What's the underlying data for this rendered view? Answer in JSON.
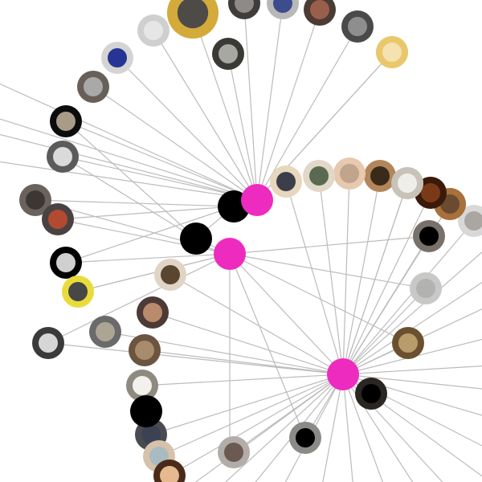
{
  "graph": {
    "edge_color": "#bcbcbc",
    "hub_color": "#ee2bbf",
    "connector_color": "#000000",
    "hubs": [
      {
        "id": "hub-upper",
        "connects_to": "avatars-upper-arc"
      },
      {
        "id": "hub-middle",
        "connects_to": "avatars-middle"
      },
      {
        "id": "hub-lower",
        "connects_to": "avatars-lower-fan"
      }
    ],
    "connectors": [
      {
        "id": "connector-upper"
      },
      {
        "id": "connector-middle"
      },
      {
        "id": "connector-left-chain"
      }
    ],
    "avatars": [
      {
        "ring": "#d4aa3a",
        "fill": "#4d4a48"
      },
      {
        "ring": "#cfcfcf",
        "fill": "#e6e6e6"
      },
      {
        "ring": "#3a3934",
        "fill": "#a7a7a4"
      },
      {
        "ring": "#3f3c3b",
        "fill": "#8e8a87"
      },
      {
        "ring": "#b8b8b8",
        "fill": "#3b4d8c"
      },
      {
        "ring": "#4b3b35",
        "fill": "#9a5f4a"
      },
      {
        "ring": "#4a4a4a",
        "fill": "#8e8e8e"
      },
      {
        "ring": "#e2c887",
        "fill": "#f1e8d4"
      },
      {
        "ring": "#d4d4d4",
        "fill": "#263594"
      },
      {
        "ring": "#686058",
        "fill": "#a9a9a9"
      },
      {
        "ring": "#0c0c0c",
        "fill": "#a89c88"
      },
      {
        "ring": "#5b5b5b",
        "fill": "#dadada"
      },
      {
        "ring": "#6a625c",
        "fill": "#3d3734"
      },
      {
        "ring": "#4a4242",
        "fill": "#b24a32"
      },
      {
        "ring": "#000000",
        "fill": "#cfcfcf"
      },
      {
        "ring": "#eadb3c",
        "fill": "#474747"
      },
      {
        "ring": "#3a3a3a",
        "fill": "#d6d6d6"
      },
      {
        "ring": "#e0d4c4",
        "fill": "#5a4530"
      },
      {
        "ring": "#4c3a36",
        "fill": "#b88b6c"
      },
      {
        "ring": "#6a6a6a",
        "fill": "#ada594"
      },
      {
        "ring": "#6b5540",
        "fill": "#a88c6c"
      },
      {
        "ring": "#8f8a80",
        "fill": "#f2f1ee"
      },
      {
        "ring": "#4a4a52",
        "fill": "#3c4252"
      },
      {
        "ring": "#d6c2aa",
        "fill": "#a8bbc0"
      },
      {
        "ring": "#4a2a18",
        "fill": "#e6b98e"
      },
      {
        "ring": "#b2acaa",
        "fill": "#6a5a52"
      },
      {
        "ring": "#8a8a86",
        "fill": "#000000"
      },
      {
        "ring": "#2a2622",
        "fill": "#000000"
      },
      {
        "ring": "#6b5030",
        "fill": "#b89c6c"
      },
      {
        "ring": "#c8c8c8",
        "fill": "#b2b2b0"
      },
      {
        "ring": "#78706a",
        "fill": "#000000"
      },
      {
        "ring": "#d8d8d8",
        "fill": "#aaa6a2"
      },
      {
        "ring": "#c28a5a",
        "fill": "#9a6a48"
      },
      {
        "ring": "#a8703a",
        "fill": "#6a4a30"
      },
      {
        "ring": "#3a1a0a",
        "fill": "#7a3a18"
      },
      {
        "ring": "#e2d6c4",
        "fill": "#f2ebe0"
      },
      {
        "ring": "#b2865a",
        "fill": "#3a2a1a"
      },
      {
        "ring": "#e6c9ae",
        "fill": "#c0a48c"
      },
      {
        "ring": "#e2d8c8",
        "fill": "#5a6a52"
      },
      {
        "ring": "#e6d7bd",
        "fill": "#3c3f4a"
      },
      {
        "ring": "#c8c2b8",
        "fill": "#f0eeea"
      },
      {
        "ring": "#e8c86a",
        "fill": "#f4e2b0"
      }
    ]
  }
}
